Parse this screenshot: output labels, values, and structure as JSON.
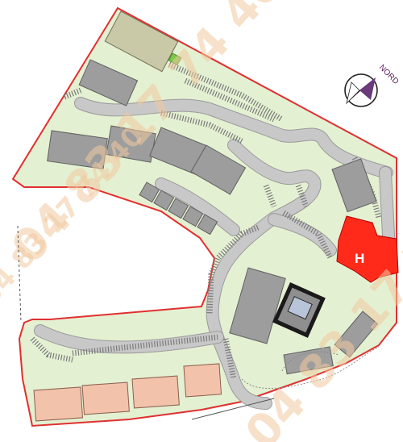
{
  "map": {
    "hospital_label": "H",
    "north_label": "NORD",
    "watermark_lines": [
      "04 83 17 74 40",
      "04 83 17 74 40",
      "04 83 17 74 40"
    ],
    "colors": {
      "site_fill": "#e4f0d2",
      "boundary": "#e03030",
      "building": "#9d9d9d",
      "building_highlight": "#f2c2aa",
      "hospital": "#ff2a1a",
      "road": "#c8c8c8",
      "watermark": "#f1c9a0"
    },
    "icons": [
      "north-arrow-icon"
    ]
  }
}
